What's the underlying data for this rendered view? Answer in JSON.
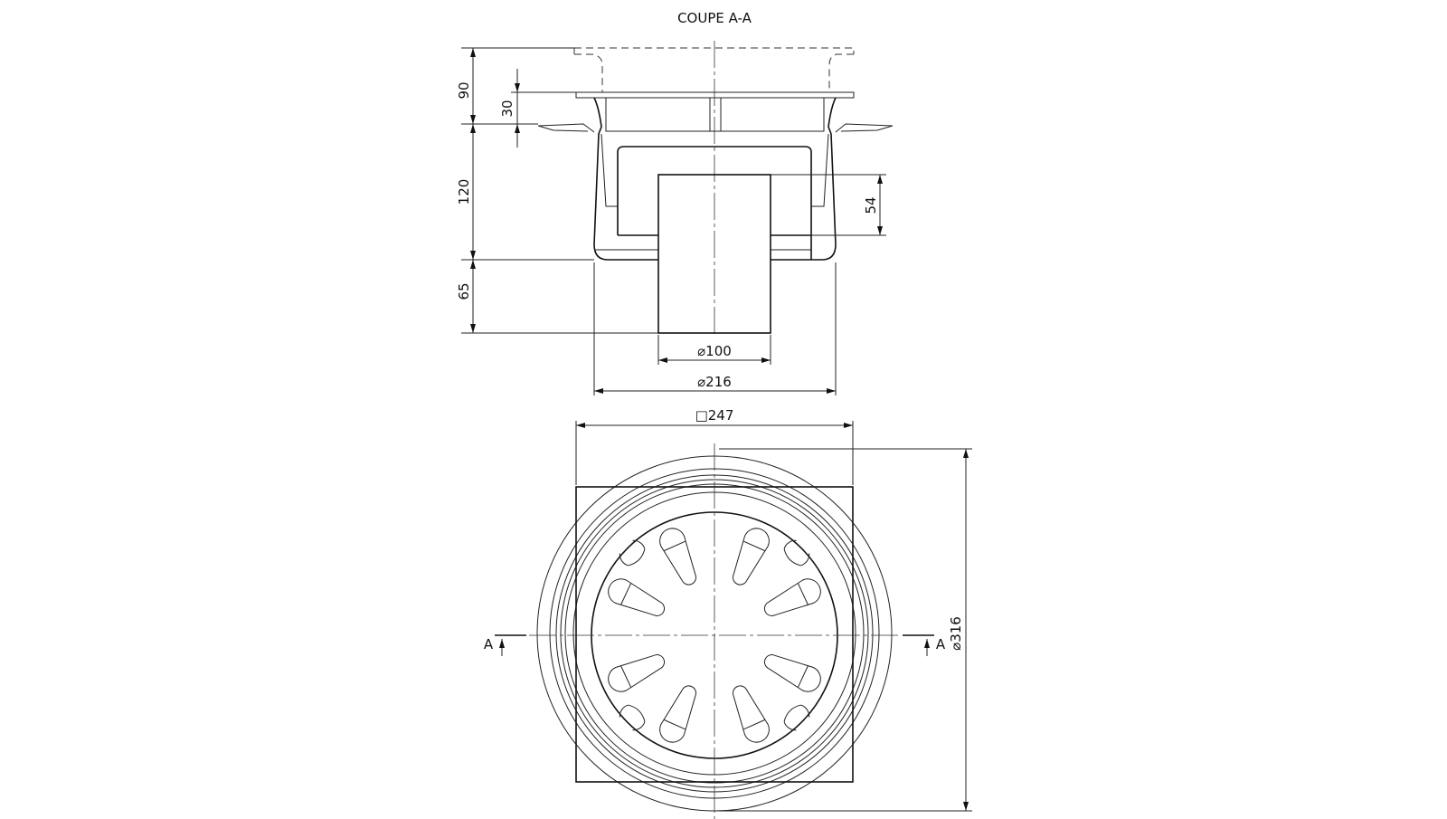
{
  "section_view": {
    "title": "COUPE A-A",
    "dims": {
      "h_total_top": "90",
      "h_grate": "30",
      "h_body": "120",
      "h_outlet": "65",
      "h_trap": "54",
      "d_outlet": "⌀100",
      "d_body": "⌀216"
    }
  },
  "plan_view": {
    "dims": {
      "square": "□247",
      "d_collar": "⌀316"
    },
    "section_marker_left": "A",
    "section_marker_right": "A",
    "slot_count_full": 8,
    "slot_count_partial": 4
  },
  "colors": {
    "line": "#222222",
    "background": "#ffffff"
  }
}
